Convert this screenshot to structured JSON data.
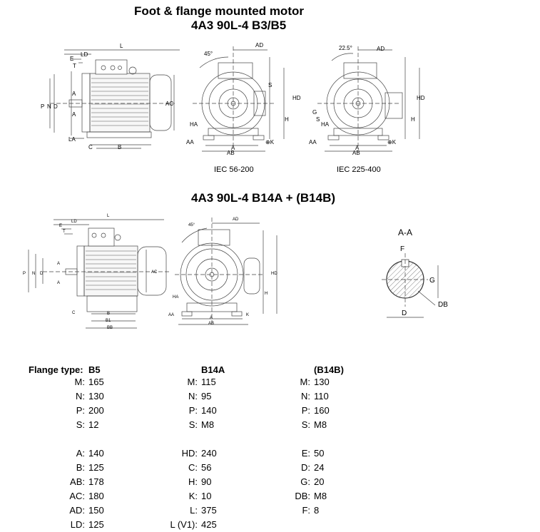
{
  "title_line1": "Foot & flange mounted motor",
  "title_line2": "4A3 90L-4  B3/B5",
  "title_section2": "4A3 90L-4  B14A + (B14B)",
  "captions": {
    "left": "IEC 56-200",
    "right": "IEC 225-400"
  },
  "section_label": "A-A",
  "table": {
    "header_label": "Flange type:",
    "columns": [
      "B5",
      "B14A",
      "(B14B)"
    ],
    "flange": {
      "b5": [
        {
          "k": "M:",
          "v": "165"
        },
        {
          "k": "N:",
          "v": "130"
        },
        {
          "k": "P:",
          "v": "200"
        },
        {
          "k": "S:",
          "v": "12"
        }
      ],
      "b14a": [
        {
          "k": "M:",
          "v": "115"
        },
        {
          "k": "N:",
          "v": "95"
        },
        {
          "k": "P:",
          "v": "140"
        },
        {
          "k": "S:",
          "v": "M8"
        }
      ],
      "b14b": [
        {
          "k": "M:",
          "v": "130"
        },
        {
          "k": "N:",
          "v": "110"
        },
        {
          "k": "P:",
          "v": "160"
        },
        {
          "k": "S:",
          "v": "M8"
        }
      ]
    },
    "dims": {
      "col1": [
        {
          "k": "A:",
          "v": "140"
        },
        {
          "k": "B:",
          "v": "125"
        },
        {
          "k": "AB:",
          "v": "178"
        },
        {
          "k": "AC:",
          "v": "180"
        },
        {
          "k": "AD:",
          "v": "150"
        },
        {
          "k": "LD:",
          "v": "125"
        }
      ],
      "col2": [
        {
          "k": "HD:",
          "v": "240"
        },
        {
          "k": "C:",
          "v": "56"
        },
        {
          "k": "H:",
          "v": "90"
        },
        {
          "k": "K:",
          "v": "10"
        },
        {
          "k": "L:",
          "v": "375"
        },
        {
          "k": "L (V1):",
          "v": "425"
        }
      ],
      "col3": [
        {
          "k": "E:",
          "v": "50"
        },
        {
          "k": "D:",
          "v": "24"
        },
        {
          "k": "G:",
          "v": "20"
        },
        {
          "k": "DB:",
          "v": "M8"
        },
        {
          "k": "F:",
          "v": "8"
        }
      ]
    }
  }
}
